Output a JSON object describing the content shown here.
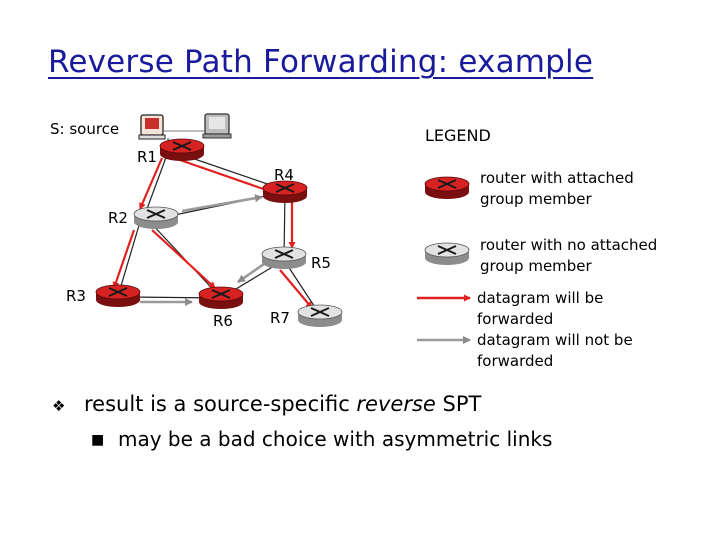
{
  "title": "Reverse Path Forwarding: example",
  "source_label": "S: source",
  "routers": {
    "r1": "R1",
    "r2": "R2",
    "r3": "R3",
    "r4": "R4",
    "r5": "R5",
    "r6": "R6",
    "r7": "R7"
  },
  "legend": {
    "title": "LEGEND",
    "member_router": "router with attached\ngroup member",
    "nonmember_router": "router with no attached\ngroup member",
    "forwarded": "datagram will be\nforwarded",
    "not_forwarded": "datagram will not be\nforwarded"
  },
  "bullets": {
    "main_prefix": "result is a source-specific ",
    "main_italic": "reverse",
    "main_suffix": " SPT",
    "sub": "may be a bad choice with asymmetric links"
  },
  "colors": {
    "title": "#1a1a9c",
    "member_router": "#cc1e1e",
    "nonmember_router": "#d8d8d8",
    "forward_arrow": "#e32020",
    "noforward_arrow": "#9a9a9a"
  },
  "icons": {
    "bullet_main": "diamond-bullet-icon",
    "bullet_sub": "square-bullet-icon"
  }
}
